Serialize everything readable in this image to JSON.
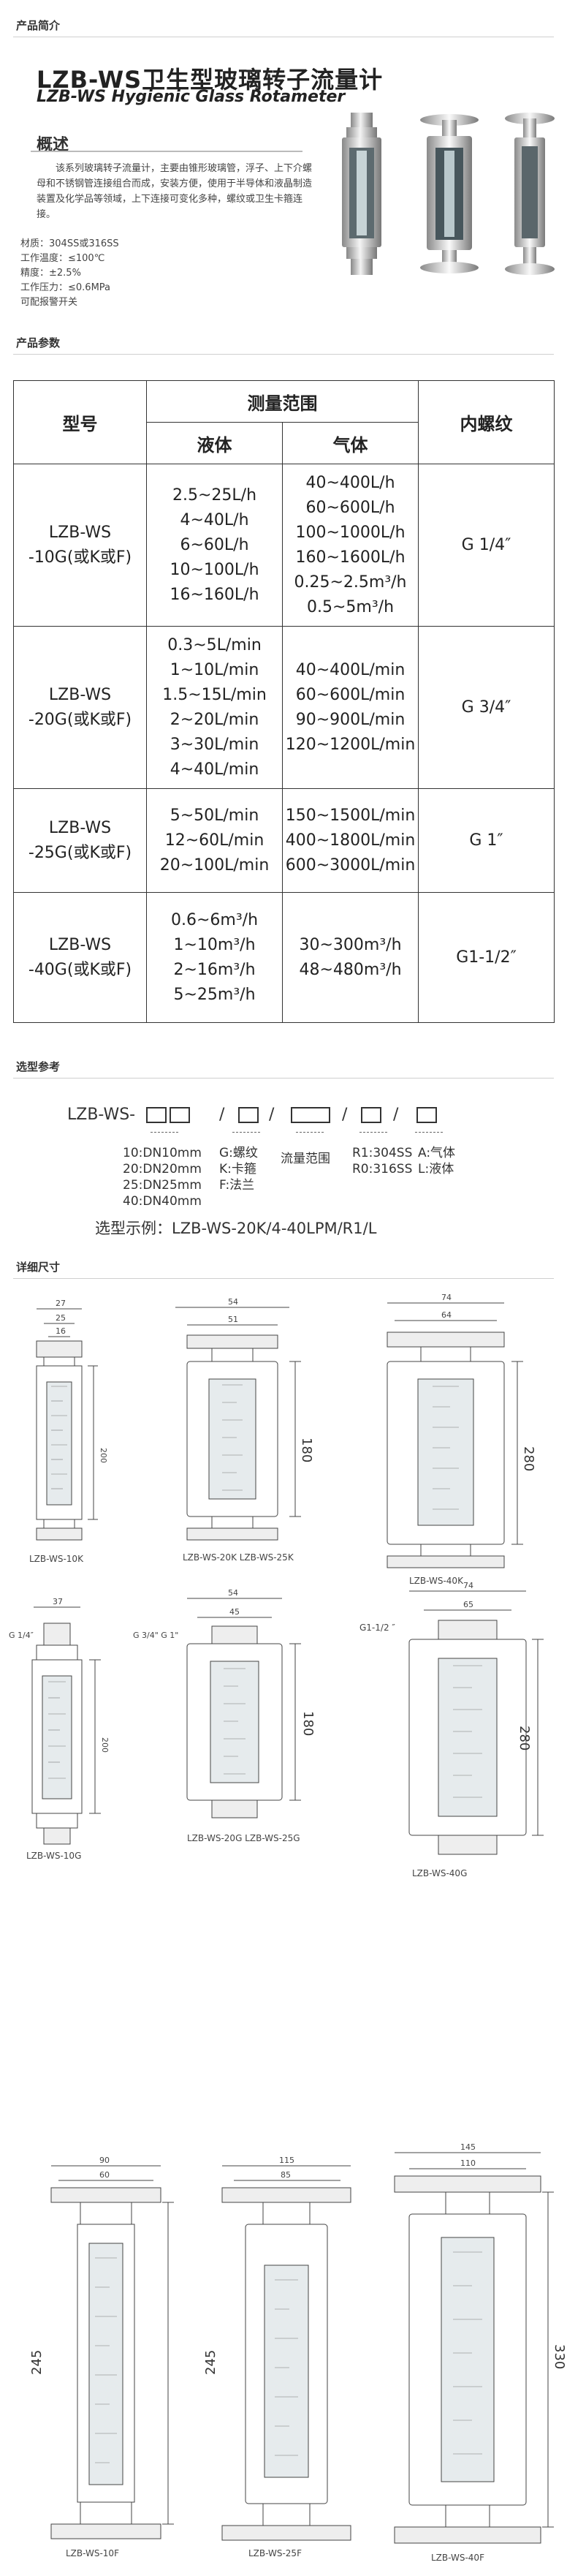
{
  "sections": {
    "intro": "产品简介",
    "params": "产品参数",
    "selection": "选型参考",
    "dimensions": "详细尺寸"
  },
  "title": {
    "cn": "LZB-WS卫生型玻璃转子流量计",
    "en": "LZB-WS Hygienic Glass Rotameter"
  },
  "overview": {
    "heading": "概述",
    "text": "该系列玻璃转子流量计，主要由锥形玻璃管，浮子、上下介螺母和不锈钢管连接组合而成，安装方便，使用于半导体和液晶制造装置及化学品等领域，上下连接可变化多种，螺纹或卫生卡箍连接。",
    "specs": [
      "材质：304SS或316SS",
      "工作温度：≤100℃",
      "精度：±2.5%",
      "工作压力：≤0.6MPa",
      "可配报警开关"
    ]
  },
  "table": {
    "headers": {
      "model": "型号",
      "range": "测量范围",
      "liquid": "液体",
      "gas": "气体",
      "thread": "内螺纹"
    },
    "rows": [
      {
        "model": "LZB-WS\n-10G(或K或F)",
        "liquid": "2.5~25L/h\n4~40L/h\n6~60L/h\n10~100L/h\n16~160L/h",
        "gas": "40~400L/h\n60~600L/h\n100~1000L/h\n160~1600L/h\n0.25~2.5m³/h\n0.5~5m³/h",
        "thread": "G 1/4″"
      },
      {
        "model": "LZB-WS\n-20G(或K或F)",
        "liquid": "0.3~5L/min\n1~10L/min\n1.5~15L/min\n2~20L/min\n3~30L/min\n4~40L/min",
        "gas": "40~400L/min\n60~600L/min\n90~900L/min\n120~1200L/min",
        "thread": "G 3/4″"
      },
      {
        "model": "LZB-WS\n-25G(或K或F)",
        "liquid": "5~50L/min\n12~60L/min\n20~100L/min",
        "gas": "150~1500L/min\n400~1800L/min\n600~3000L/min",
        "thread": "G 1″"
      },
      {
        "model": "LZB-WS\n-40G(或K或F)",
        "liquid": "0.6~6m³/h\n1~10m³/h\n2~16m³/h\n5~25m³/h",
        "gas": "30~300m³/h\n48~480m³/h",
        "thread": "G1-1/2″"
      }
    ]
  },
  "selection": {
    "prefix": "LZB-WS-",
    "slash": "/",
    "opt_size": "10:DN10mm\n20:DN20mm\n25:DN25mm\n40:DN40mm",
    "opt_conn": "G:螺纹\nK:卡箍\nF:法兰",
    "opt_range": "流量范围",
    "opt_material": "R1:304SS\nR0:316SS",
    "opt_medium": "A:气体\nL:液体",
    "example": "选型示例：LZB-WS-20K/4-40LPM/R1/L"
  },
  "drawings": {
    "row1": {
      "a": {
        "label": "LZB-WS-10K",
        "dims": [
          "27",
          "25",
          "16",
          "200"
        ]
      },
      "b": {
        "label": "LZB-WS-20K\nLZB-WS-25K",
        "dims": [
          "54",
          "51",
          "180"
        ]
      },
      "c": {
        "label": "LZB-WS-40K",
        "dims": [
          "74",
          "64",
          "280"
        ]
      }
    },
    "row2": {
      "a": {
        "label": "LZB-WS-10G",
        "dims": [
          "37",
          "G 1/4″",
          "200"
        ]
      },
      "b": {
        "label": "LZB-WS-20G\nLZB-WS-25G",
        "dims": [
          "54",
          "45",
          "G 3/4\" G 1\"",
          "180"
        ]
      },
      "c": {
        "label": "LZB-WS-40G",
        "dims": [
          "74",
          "65",
          "G1-1/2 ″",
          "280"
        ]
      }
    },
    "row3": {
      "a": {
        "label": "LZB-WS-10F",
        "dims": [
          "90",
          "60",
          "245"
        ]
      },
      "b": {
        "label": "LZB-WS-25F",
        "dims": [
          "115",
          "85",
          "245"
        ]
      },
      "c": {
        "label": "LZB-WS-40F",
        "dims": [
          "145",
          "110",
          "330"
        ]
      }
    }
  }
}
